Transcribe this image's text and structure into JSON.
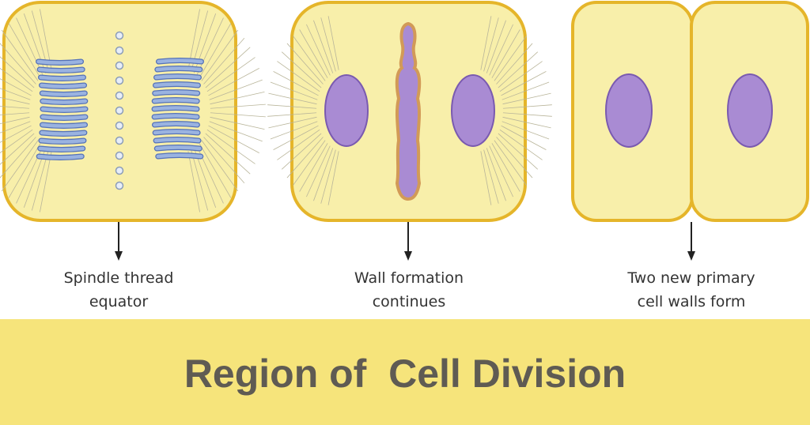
{
  "colors": {
    "cytoplasm": "#f8efaa",
    "cell_outline": "#e5b52a",
    "chromosome_fill": "#9ab3e0",
    "chromosome_outline": "#5572b8",
    "nucleus_fill": "#a98bd3",
    "nucleus_outline": "#7a5ab0",
    "cell_plate_outline": "#d29a57",
    "spindle_fibers": "#b9b59a",
    "arrow": "#222222",
    "banner": "#f6e47b",
    "title_text": "#5f5b53"
  },
  "icons": {
    "chromosome_cluster": "chromosome-cluster-icon",
    "nucleus": "nucleus-icon",
    "cell_plate": "cell-plate-icon",
    "arrow": "arrow-down-icon"
  },
  "stages": [
    {
      "caption_line1": "Spindle thread",
      "caption_line2": "equator"
    },
    {
      "caption_line1": "Wall formation",
      "caption_line2": "continues"
    },
    {
      "caption_line1": "Two new primary",
      "caption_line2": "cell walls form"
    }
  ],
  "banner": {
    "title": "Region of  Cell Division"
  }
}
